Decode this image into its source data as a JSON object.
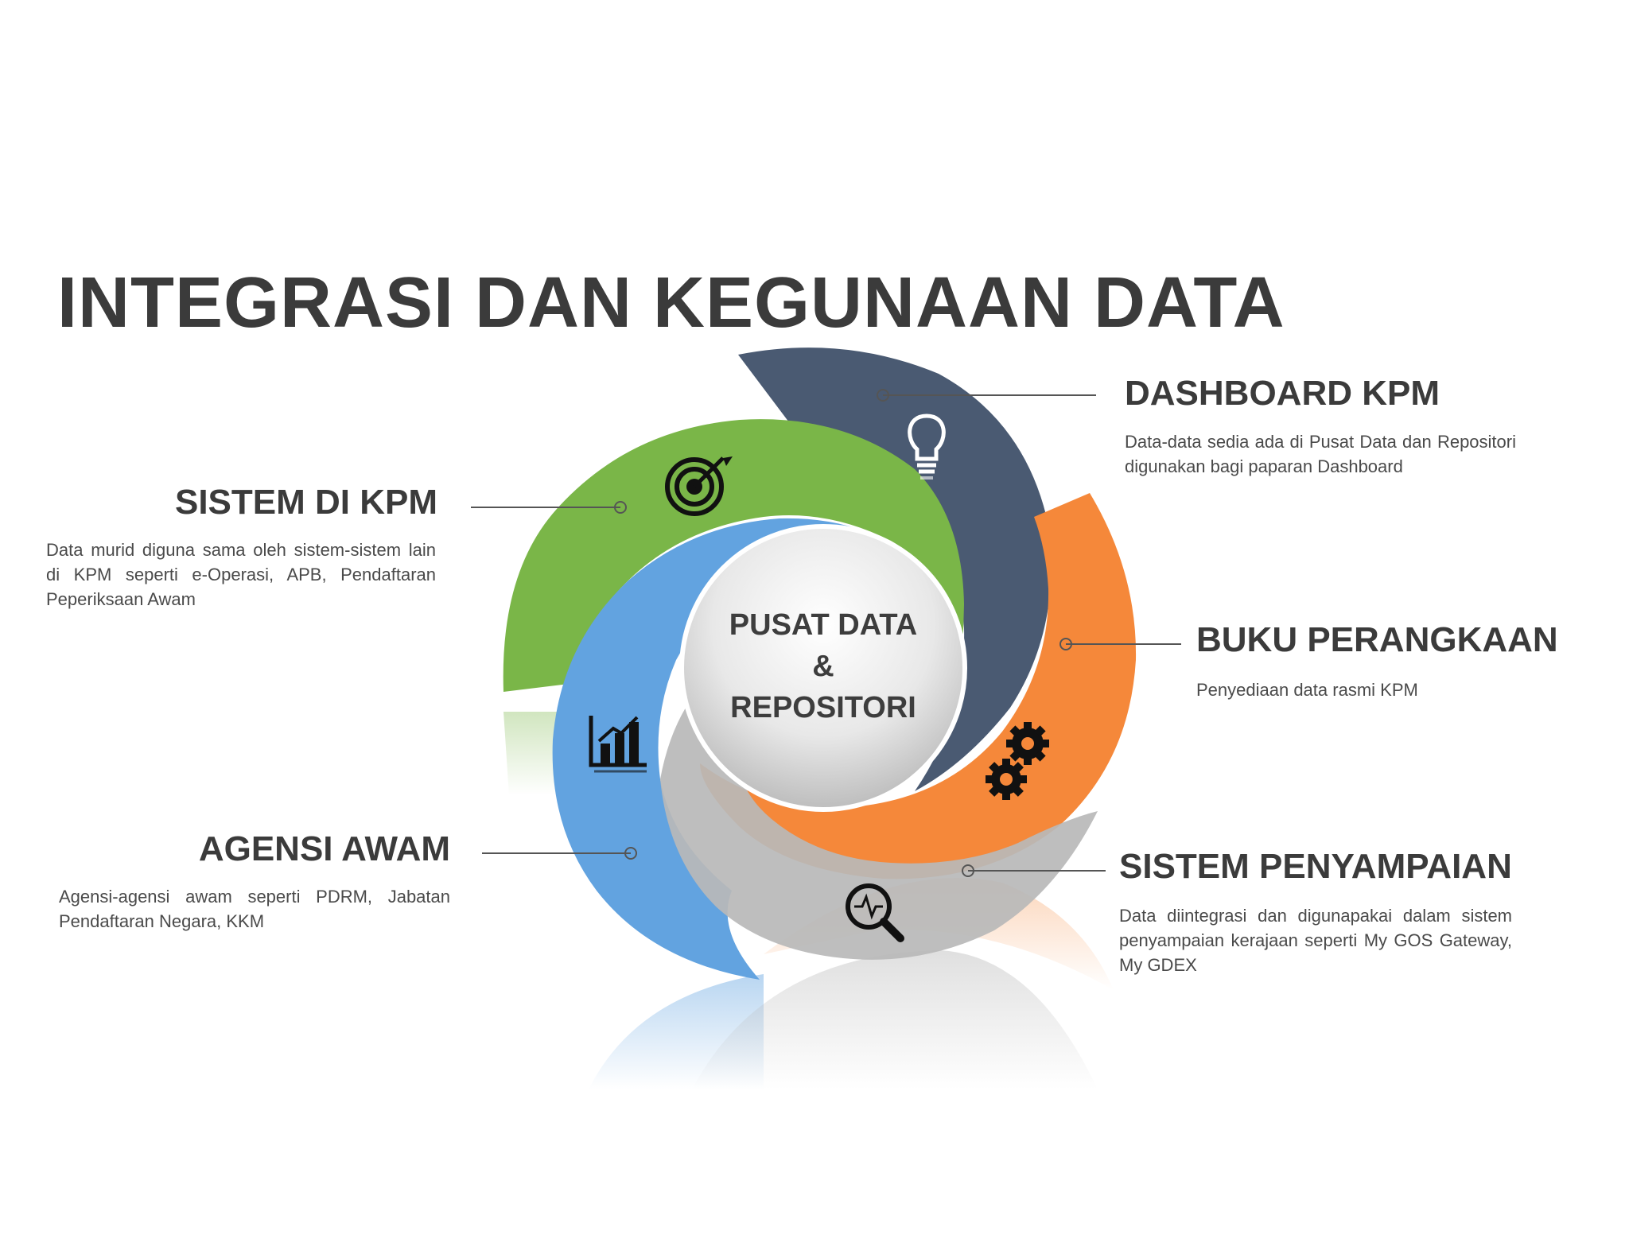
{
  "title": "INTEGRASI DAN KEGUNAAN DATA",
  "center": {
    "line1": "PUSAT DATA",
    "line2": "&",
    "line3": "REPOSITORI"
  },
  "items": {
    "dashboard": {
      "heading": "DASHBOARD KPM",
      "desc": "Data-data sedia ada di Pusat Data dan Repositori digunakan bagi paparan Dashboard",
      "color": "#4a5a72",
      "icon": "lightbulb-icon"
    },
    "sistem_kpm": {
      "heading": "SISTEM DI KPM",
      "desc": "Data murid diguna sama oleh sistem-sistem lain di KPM seperti e-Operasi, APB, Pendaftaran Peperiksaan Awam",
      "color": "#7ab648",
      "icon": "target-icon"
    },
    "buku": {
      "heading": "BUKU PERANGKAAN",
      "desc": "Penyediaan data rasmi KPM",
      "color": "#f5883a",
      "icon": "gears-icon"
    },
    "agensi": {
      "heading": "AGENSI AWAM",
      "desc": "Agensi-agensi awam seperti PDRM, Jabatan Pendaftaran Negara, KKM",
      "color": "#62a3e0",
      "icon": "bar-chart-icon"
    },
    "penyampaian": {
      "heading": "SISTEM PENYAMPAIAN",
      "desc": "Data diintegrasi dan digunapakai dalam sistem penyampaian kerajaan seperti My GOS Gateway, My GDEX",
      "color": "#b9b9b9",
      "icon": "magnifier-pulse-icon"
    }
  }
}
